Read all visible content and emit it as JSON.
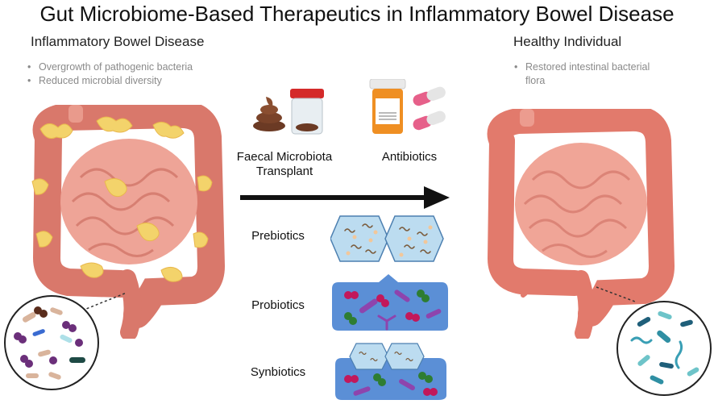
{
  "title": "Gut Microbiome-Based Therapeutics in Inflammatory Bowel Disease",
  "left": {
    "heading": "Inflammatory Bowel Disease",
    "bullets": [
      "Overgrowth of pathogenic bacteria",
      "Reduced microbial diversity"
    ]
  },
  "right": {
    "heading": "Healthy Individual",
    "bullets": [
      "Restored intestinal bacterial flora"
    ]
  },
  "therapies": {
    "fmt_label": "Faecal Microbiota Transplant",
    "antibiotics_label": "Antibiotics",
    "prebiotics_label": "Prebiotics",
    "probiotics_label": "Probiotics",
    "synbiotics_label": "Synbiotics"
  },
  "colors": {
    "intestine": "#e8877a",
    "inflammation": "#f3d36b",
    "arrow": "#111111",
    "capsule": "#5b8fd6",
    "prebiotic_fill": "#bcdcf0"
  }
}
